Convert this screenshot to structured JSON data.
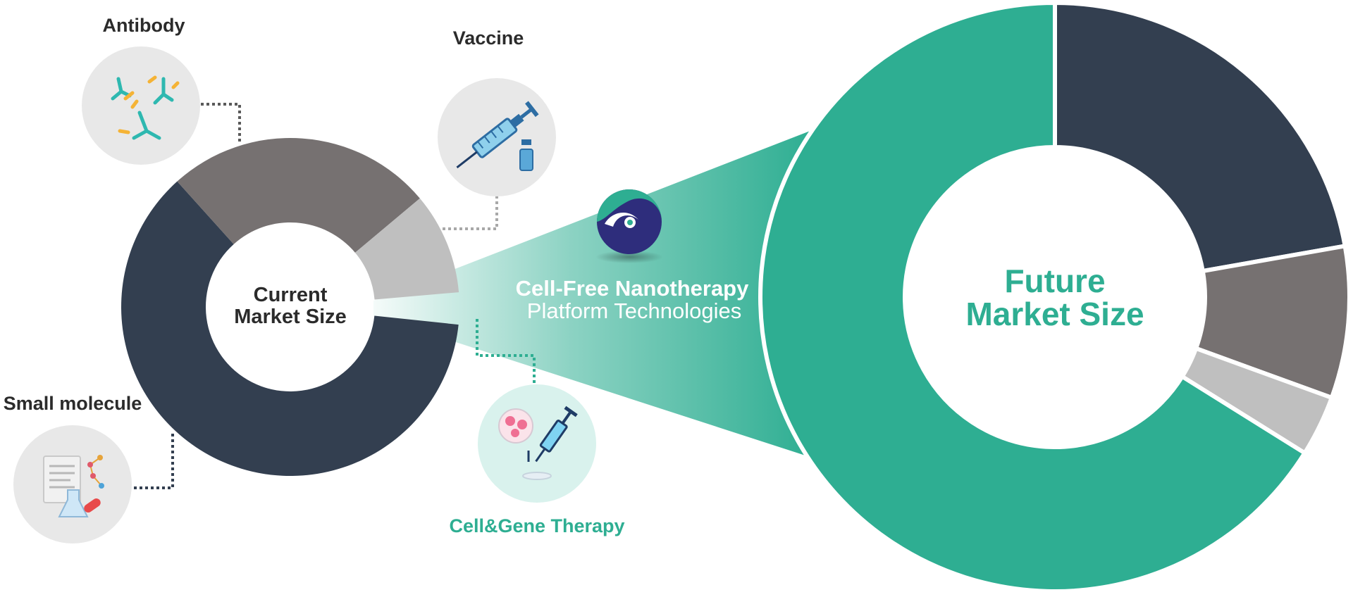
{
  "labels": {
    "antibody": "Antibody",
    "vaccine": "Vaccine",
    "small_molecule": "Small molecule",
    "cell_gene": "Cell&Gene Therapy"
  },
  "current": {
    "line1": "Current",
    "line2": "Market Size"
  },
  "future": {
    "line1": "Future",
    "line2": "Market Size"
  },
  "platform": {
    "title": "Cell-Free Nanotherapy",
    "subtitle": "Platform Technologies"
  },
  "colors": {
    "navy": "#333f50",
    "gray": "#767171",
    "light_gray": "#bfbfbf",
    "teal": "#2eae92",
    "icon_bg": "#e8e8e8",
    "icon_bg_teal": "#d9f2ed"
  },
  "icons": {
    "antibody": "antibody-icon",
    "vaccine": "syringe-vial-icon",
    "small_molecule": "document-flask-pill-icon",
    "cell_gene": "petri-dish-syringe-icon",
    "platform": "platform-logo-icon"
  }
}
